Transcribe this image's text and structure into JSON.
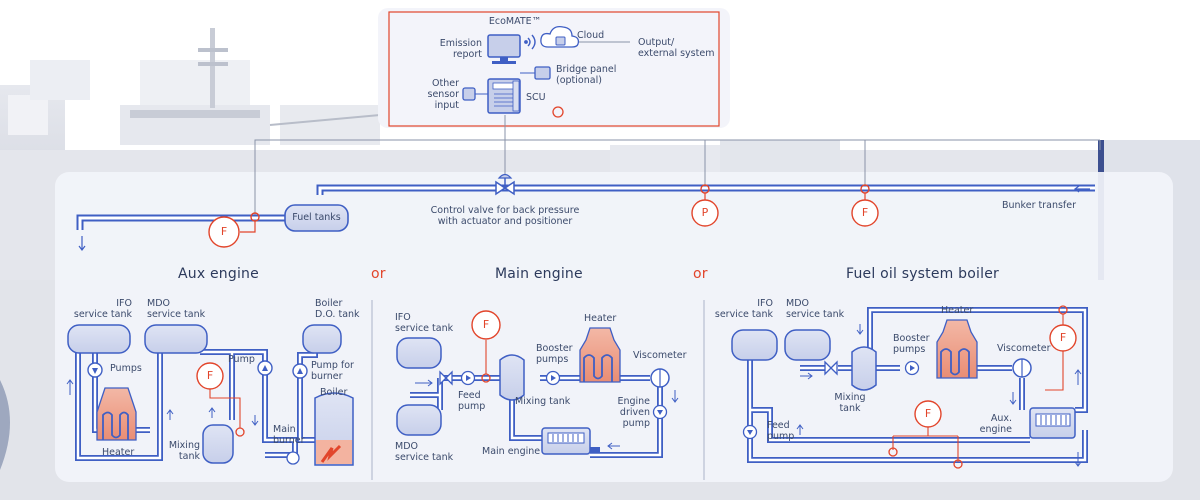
{
  "colors": {
    "pipe": "#3f5fc4",
    "instrument": "#e2452b",
    "panel": "#eef1f9",
    "text": "#3b4a6b",
    "ship": "#dde0e8"
  },
  "top_panel": {
    "ecomate_label": "EcoMATE™",
    "cloud_label": "Cloud",
    "emission_report_label": "Emission\nreport",
    "output_label": "Output/\nexternal system",
    "bridge_panel_label": "Bridge panel\n(optional)",
    "other_sensor_label": "Other\nsensor\ninput",
    "scu_label": "SCU"
  },
  "supply_line": {
    "fuel_tanks_label": "Fuel tanks",
    "control_valve_label": "Control valve for back pressure\nwith actuator and positioner",
    "bunker_transfer_label": "Bunker transfer"
  },
  "gauge_letters": {
    "flow": "F",
    "pressure": "P"
  },
  "sections": {
    "aux_title": "Aux engine",
    "or_1": "or",
    "main_title": "Main engine",
    "or_2": "or",
    "boiler_title": "Fuel oil system boiler"
  },
  "aux": {
    "ifo_tank_label": "IFO\nservice tank",
    "mdo_tank_label": "MDO\nservice tank",
    "boiler_do_tank_label": "Boiler\nD.O. tank",
    "pumps_label": "Pumps",
    "pump_label": "Pump",
    "pump_for_burner_label": "Pump for\nburner",
    "boiler_label": "Boiler",
    "heater_label": "Heater",
    "mixing_tank_label": "Mixing\ntank",
    "main_burner_label": "Main\nburner"
  },
  "main": {
    "ifo_tank_label": "IFO\nservice tank",
    "mdo_tank_label": "MDO\nservice tank",
    "feed_pump_label": "Feed\npump",
    "mixing_tank_label": "Mixing tank",
    "booster_pumps_label": "Booster\npumps",
    "heater_label": "Heater",
    "viscometer_label": "Viscometer",
    "engine_driven_pump_label": "Engine\ndriven\npump",
    "main_engine_label": "Main engine"
  },
  "boiler_system": {
    "ifo_tank_label": "IFO\nservice tank",
    "mdo_tank_label": "MDO\nservice tank",
    "booster_pumps_label": "Booster\npumps",
    "heater_label": "Heater",
    "viscometer_label": "Viscometer",
    "mixing_tank_label": "Mixing\ntank",
    "aux_engine_label": "Aux.\nengine",
    "feed_pump_label": "Feed\npump"
  }
}
